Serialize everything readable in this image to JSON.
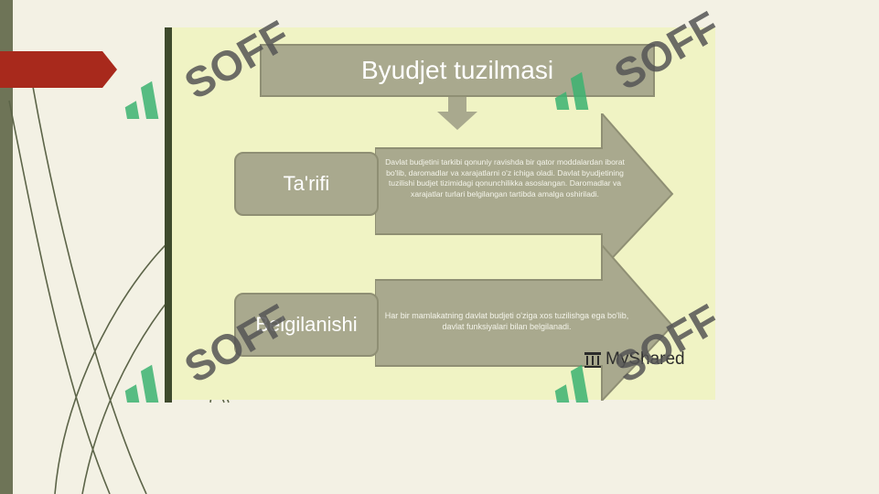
{
  "diagram": {
    "title": "Byudjet tuzilmasi",
    "rows": [
      {
        "label": "Ta'rifi",
        "text": "Davlat budjetini tarkibi qonuniy ravishda bir qator moddalardan iborat bo'lib, daromadlar va xarajatlarni o'z ichiga oladi. Davlat byudjetining tuzilishi budjet tizimidagi qonunchilikka asoslangan. Daromadlar va xarajatlar turlari belgilangan tartibda amalga oshiriladi."
      },
      {
        "label": "Belgilanishi",
        "text": "Har bir mamlakatning davlat budjeti o'ziga xos tuzilishga ega bo'lib, davlat funksiyalari bilan belgilanadi."
      }
    ],
    "brand": "MyShared"
  },
  "watermark": {
    "text": "SOFF"
  },
  "colors": {
    "background": "#f3f1e4",
    "slide": "#f0f3c4",
    "box": "#a9a98e",
    "accent_red": "#a8291c",
    "bar": "#3e4a2c",
    "watermark_green": "#3cb371"
  }
}
